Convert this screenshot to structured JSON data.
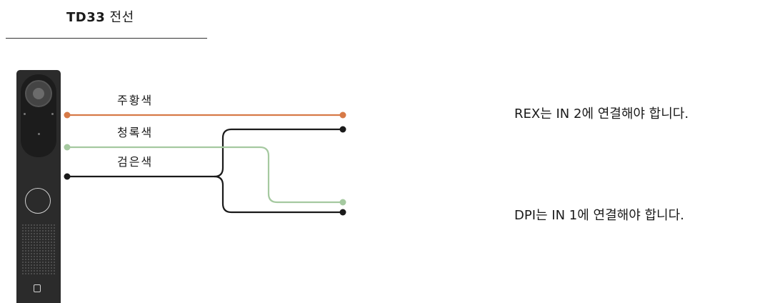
{
  "header": {
    "title_bold": "TD33",
    "title_rest": " 전선"
  },
  "wires": {
    "orange": {
      "label": "주황색",
      "color": "#d77a47"
    },
    "green": {
      "label": "청록색",
      "color": "#a5c9a0"
    },
    "black": {
      "label": "검은색",
      "color": "#1a1a1a"
    }
  },
  "modules": {
    "rex": {
      "label": "REX",
      "note": "REX는 IN 2에 연결해야 합니다."
    },
    "dpi": {
      "label": "DPI",
      "note": "DPI는 IN 1에 연결해야 합니다."
    }
  },
  "colors": {
    "box_fill": "#efefef",
    "device_body": "#2b2b2b",
    "divider": "#333333"
  },
  "icons": {
    "device": "doorbell-camera-device",
    "nfc": "nfc-tag-icon"
  }
}
